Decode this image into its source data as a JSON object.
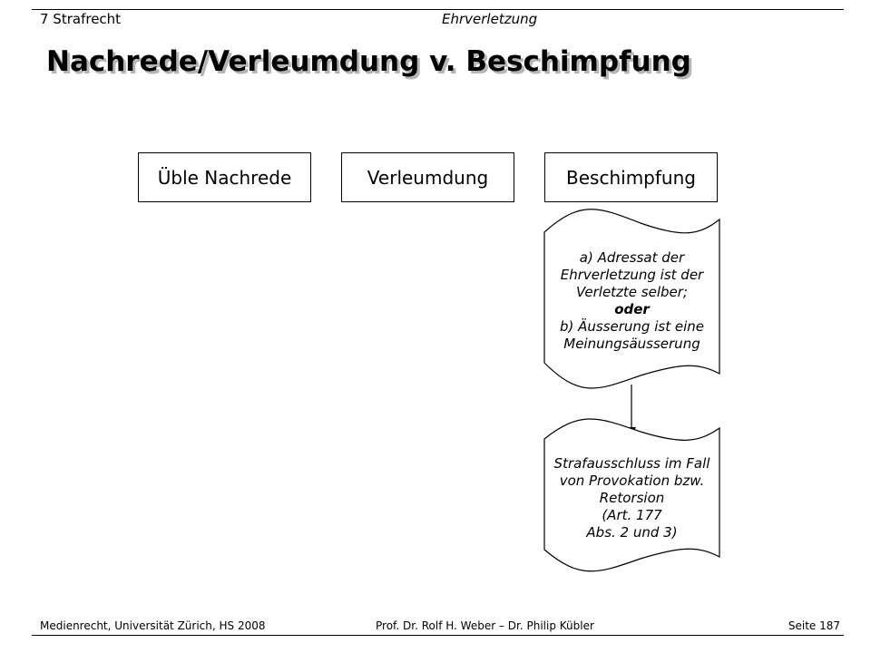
{
  "header": {
    "chapter": "7 Strafrecht",
    "section": "Ehrverletzung"
  },
  "title": "Nachrede/Verleumdung v. Beschimpfung",
  "boxes": [
    "Üble Nachrede",
    "Verleumdung",
    "Beschimpfung"
  ],
  "doc1": {
    "line1": "a) Adressat der",
    "line2": "Ehrverletzung ist der",
    "line3": "Verletzte selber;",
    "line4": "oder",
    "line5": "b) Äusserung ist eine",
    "line6": "Meinungsäusserung"
  },
  "doc2": {
    "line1": "Strafausschluss im Fall",
    "line2": "von Provokation bzw.",
    "line3": "Retorsion",
    "line4": "(Art. 177",
    "line5": "Abs. 2 und 3)"
  },
  "footer": {
    "left": "Medienrecht, Universität Zürich, HS 2008",
    "center": "Prof. Dr. Rolf H. Weber – Dr. Philip Kübler",
    "right": "Seite 187"
  }
}
